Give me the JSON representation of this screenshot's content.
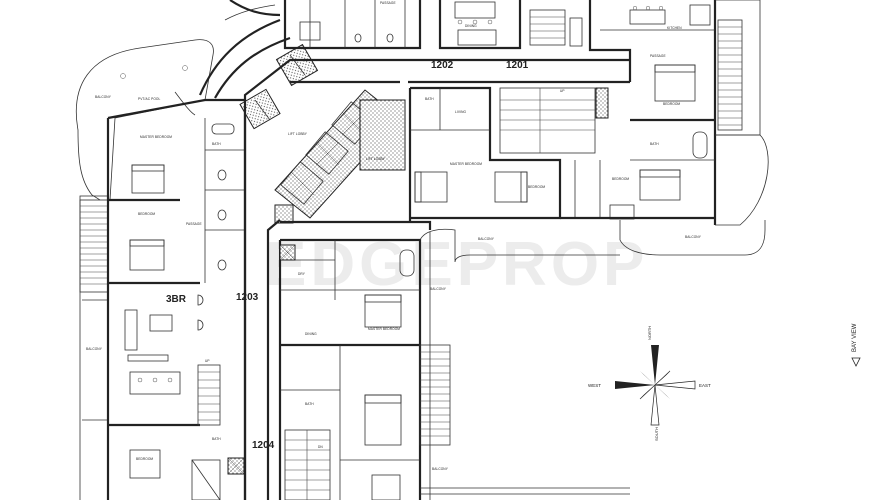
{
  "units": {
    "u1201": "1201",
    "u1202": "1202",
    "u1203": "1203",
    "u1204": "1204",
    "three_br": "3BR"
  },
  "compass": {
    "north": "NORTH",
    "south": "SOUTH",
    "east": "EAST",
    "west": "WEST"
  },
  "bay_view": "BAY VIEW",
  "rooms": {
    "balcony_nw": "BALCONY",
    "pvt_pool": "PVT/AC POOL",
    "balcony_w": "BALCONY",
    "balcony_c": "BALCONY",
    "balcony_c2": "BALCONY",
    "balcony_e": "BALCONY",
    "balcony_s": "BALCONY",
    "master_bedroom_1": "MASTER BEDROOM",
    "master_bedroom_2": "MASTER BEDROOM",
    "master_bedroom_3": "MASTER BEDROOM",
    "bedroom_1": "BEDROOM",
    "bedroom_2": "BEDROOM",
    "bedroom_3": "BEDROOM",
    "bedroom_4": "BEDROOM",
    "bedroom_5": "BEDROOM",
    "bath_1": "BATH",
    "bath_2": "BATH",
    "bath_3": "BATH",
    "bath_4": "BATH",
    "bath_5": "BATH",
    "passage_1": "PASSAGE",
    "passage_2": "PASSAGE",
    "passage_3": "PASSAGE",
    "lift_lobby": "LIFT LOBBY",
    "lift_lobby_2": "LIFT LOBBY",
    "living": "LIVING",
    "dining": "DINING",
    "kitchen": "KITCHEN",
    "dry": "DRY",
    "up": "UP",
    "up_2": "UP",
    "dn": "DN"
  },
  "watermark": "EDGEPROP"
}
